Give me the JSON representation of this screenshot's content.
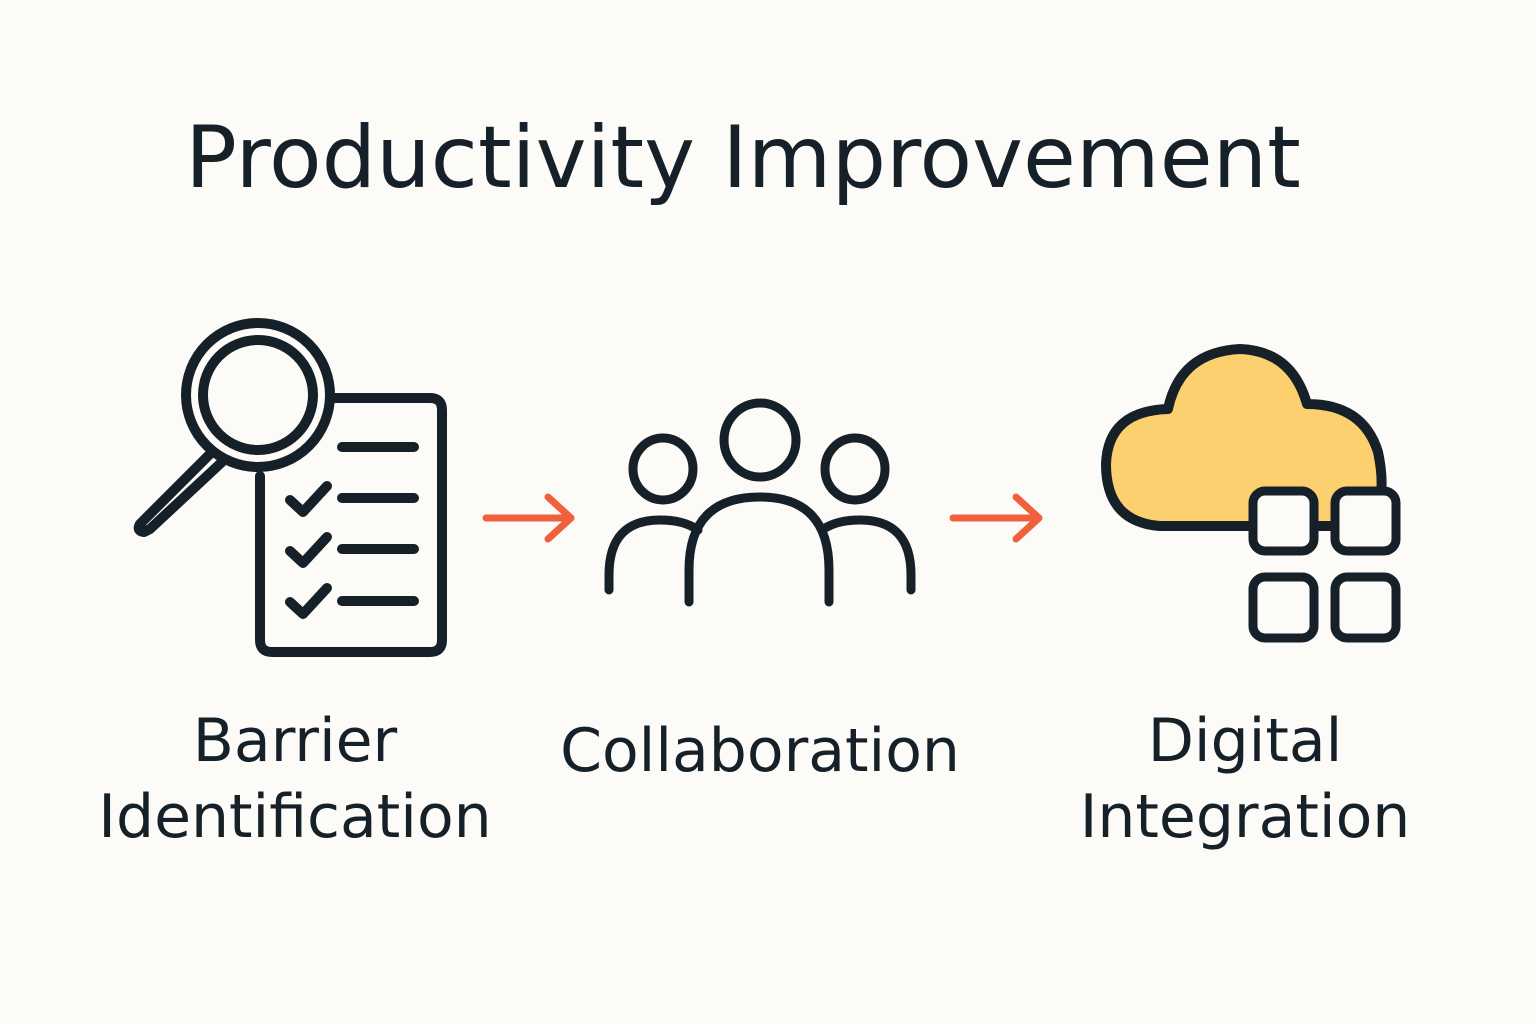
{
  "title": "Productivity Improvement",
  "steps": [
    {
      "icon": "magnifier-checklist-icon",
      "lines": [
        "Barrier",
        "Identification"
      ]
    },
    {
      "icon": "team-group-icon",
      "lines": [
        "Collaboration"
      ]
    },
    {
      "icon": "cloud-apps-icon",
      "lines": [
        "Digital",
        "Integration"
      ]
    }
  ],
  "arrows": [
    "arrow-right-icon",
    "arrow-right-icon"
  ],
  "colors": {
    "text": "#162028",
    "stroke": "#162028",
    "arrow": "#f0603a",
    "cloud_fill": "#fcd06f",
    "background": "#fcfbf8"
  }
}
